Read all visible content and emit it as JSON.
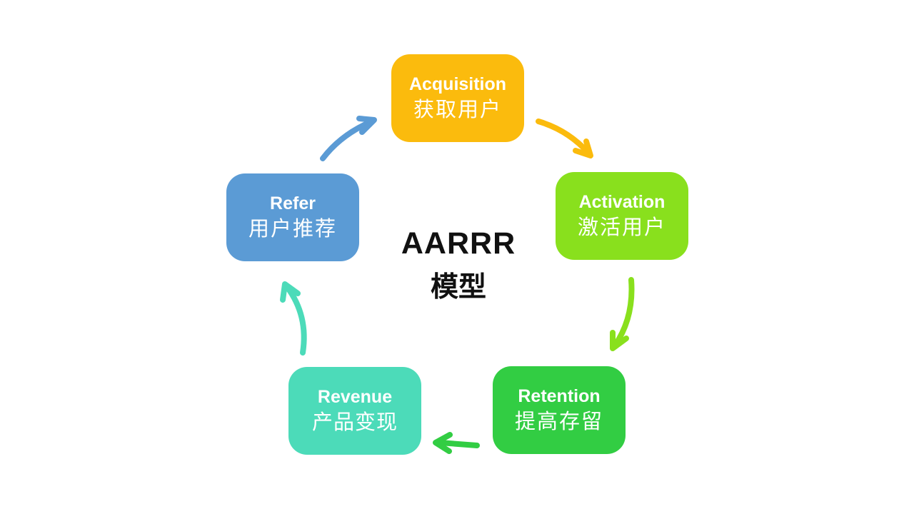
{
  "background": "#FFFFFF",
  "title": {
    "line1": "AARRR",
    "line2": "模型",
    "color": "#111111"
  },
  "nodes": [
    {
      "id": "acquisition",
      "label_en": "Acquisition",
      "label_zh": "获取用户",
      "color": "#FBBB0D"
    },
    {
      "id": "activation",
      "label_en": "Activation",
      "label_zh": "激活用户",
      "color": "#89E01D"
    },
    {
      "id": "retention",
      "label_en": "Retention",
      "label_zh": "提高存留",
      "color": "#32CD43"
    },
    {
      "id": "revenue",
      "label_en": "Revenue",
      "label_zh": "产品变现",
      "color": "#4CDBB9"
    },
    {
      "id": "refer",
      "label_en": "Refer",
      "label_zh": "用户推荐",
      "color": "#5B9BD5"
    }
  ],
  "arrows": [
    {
      "from": "acquisition",
      "to": "activation",
      "color": "#FBBB0D"
    },
    {
      "from": "activation",
      "to": "retention",
      "color": "#89E01D"
    },
    {
      "from": "retention",
      "to": "revenue",
      "color": "#32CD43"
    },
    {
      "from": "revenue",
      "to": "refer",
      "color": "#4CDBB9"
    },
    {
      "from": "refer",
      "to": "acquisition",
      "color": "#5B9BD5"
    }
  ]
}
